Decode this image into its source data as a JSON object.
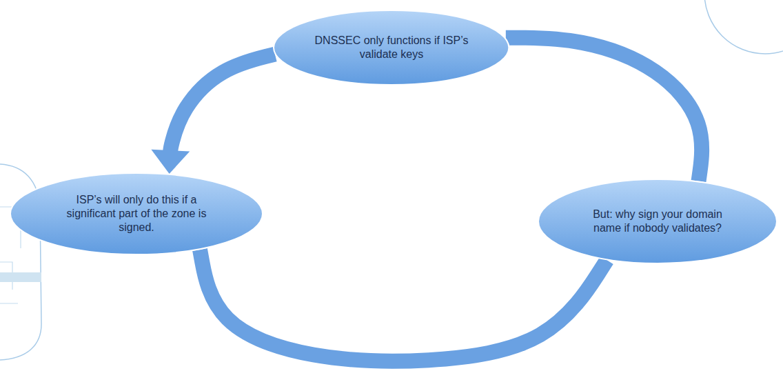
{
  "diagram": {
    "nodes": [
      {
        "text": [
          "DNSSEC only functions if ISP’s validate keys"
        ]
      },
      {
        "text": [
          "ISP’s will only do this if a significant part of the zone is signed."
        ]
      },
      {
        "text": [
          "But: why sign your domain name if nobody validates?"
        ]
      }
    ],
    "edges": [
      {
        "from": 0,
        "to": 1,
        "arrow": "to"
      },
      {
        "from": 1,
        "to": 2,
        "arrow": "none"
      },
      {
        "from": 2,
        "to": 0,
        "arrow": "none"
      }
    ]
  }
}
